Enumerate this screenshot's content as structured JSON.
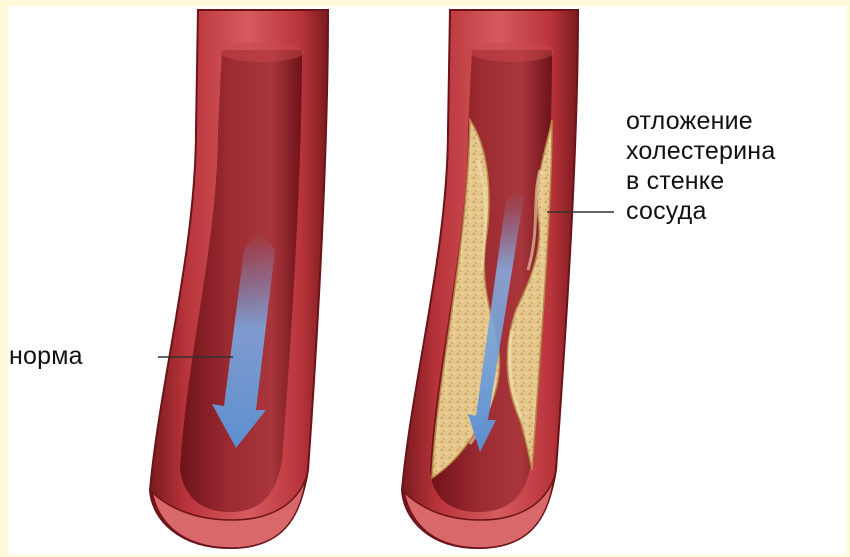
{
  "labels": {
    "normal": "норма",
    "plaque_lines": [
      "отложение",
      "холестерина",
      "в стенке",
      "сосуда"
    ]
  },
  "colors": {
    "background_border": "#fffbd9",
    "vessel_wall": "#b8343a",
    "vessel_wall_dark": "#7a1a1f",
    "lumen": "#8e1f28",
    "plaque": "#e2c48a",
    "blood_flow_arrow": "#6f9fd8"
  },
  "icons": [
    "normal-artery",
    "narrowed-artery",
    "blood-flow-arrow",
    "cholesterol-plaque"
  ]
}
